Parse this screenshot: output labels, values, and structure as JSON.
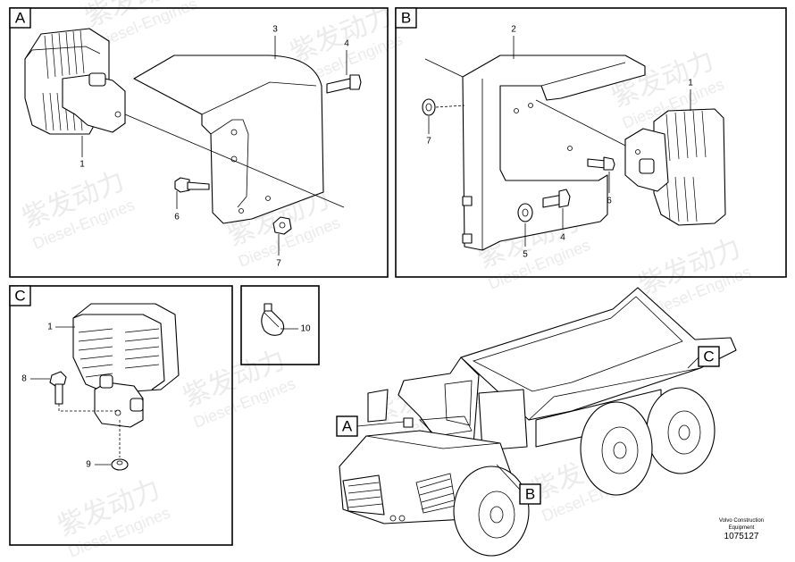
{
  "watermark": {
    "brand": "紫发动力",
    "brand_en": "Diesel-Engines"
  },
  "panels": {
    "A": {
      "label": "A",
      "callouts": [
        "3",
        "4",
        "1",
        "6",
        "7"
      ]
    },
    "B": {
      "label": "B",
      "callouts": [
        "2",
        "1",
        "7",
        "6",
        "4",
        "5"
      ]
    },
    "C": {
      "label": "C",
      "callouts": [
        "1",
        "8",
        "9"
      ]
    },
    "clip": {
      "callouts": [
        "10"
      ]
    }
  },
  "truck_tags": [
    "A",
    "B",
    "C"
  ],
  "footer": {
    "line1": "Volvo Construction",
    "line2": "Equipment",
    "drawing_number": "1075127"
  }
}
